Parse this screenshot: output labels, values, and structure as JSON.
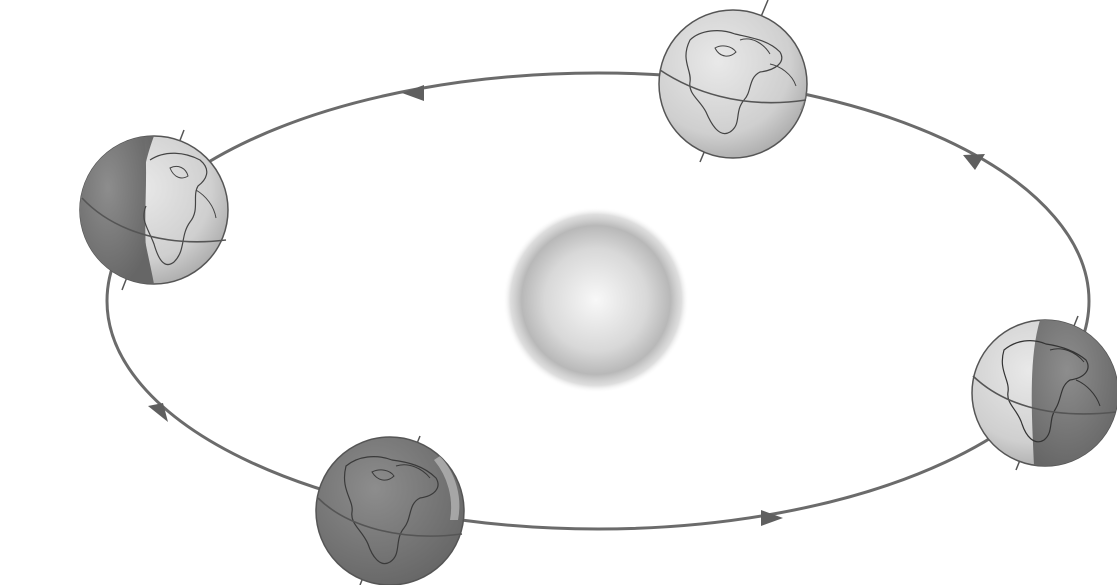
{
  "diagram": {
    "kind": "earth-orbit-seasons",
    "labels": [],
    "colors": {
      "background": "#ffffff",
      "orbit": "#6b6b6b",
      "sun_center": "#f7f7f7",
      "sun_edge": "#a9a9a9",
      "earth_lit": "#d2d2d2",
      "earth_dark": "#7c7c7c",
      "coastline": "#4a4a4a"
    },
    "orbit_direction": "counterclockwise",
    "earth_count": 4
  }
}
